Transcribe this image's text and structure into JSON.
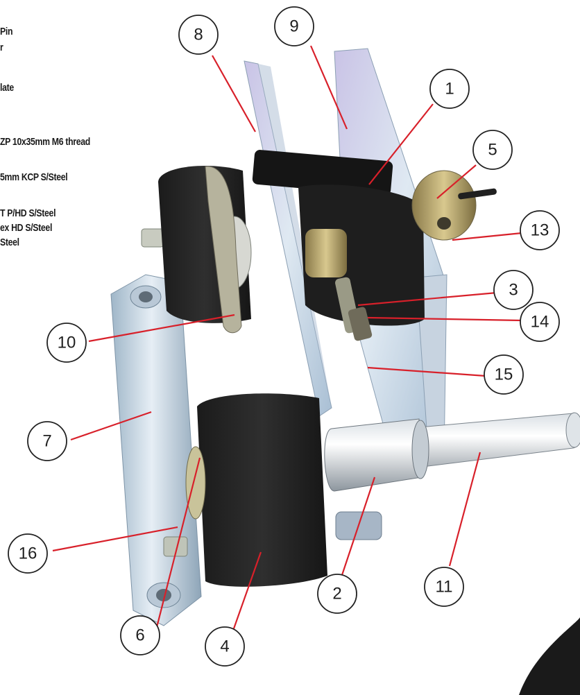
{
  "parts_list_fragments": [
    "Pin",
    "r",
    "late",
    "ZP 10x35mm M6 thread",
    "5mm KCP S/Steel",
    "T P/HD S/Steel",
    "ex HD S/Steel",
    "Steel"
  ],
  "callouts": [
    {
      "number": "8",
      "target": "left-side-plate"
    },
    {
      "number": "9",
      "target": "right-side-plate"
    },
    {
      "number": "1",
      "target": "top-spacer-block"
    },
    {
      "number": "5",
      "target": "end-collar"
    },
    {
      "number": "13",
      "target": "grub-screw"
    },
    {
      "number": "3",
      "target": "spring-stud"
    },
    {
      "number": "14",
      "target": "hex-nut"
    },
    {
      "number": "15",
      "target": "threaded-stud-end"
    },
    {
      "number": "10",
      "target": "pivot-link"
    },
    {
      "number": "7",
      "target": "base-plate"
    },
    {
      "number": "16",
      "target": "base-bolt"
    },
    {
      "number": "6",
      "target": "roller-washer"
    },
    {
      "number": "4",
      "target": "lower-roller"
    },
    {
      "number": "2",
      "target": "sleeve-bush"
    },
    {
      "number": "11",
      "target": "axle-shaft"
    }
  ],
  "colors": {
    "leader": "#d8202a",
    "circle_stroke": "#222222",
    "number": "#1f1f1f"
  }
}
